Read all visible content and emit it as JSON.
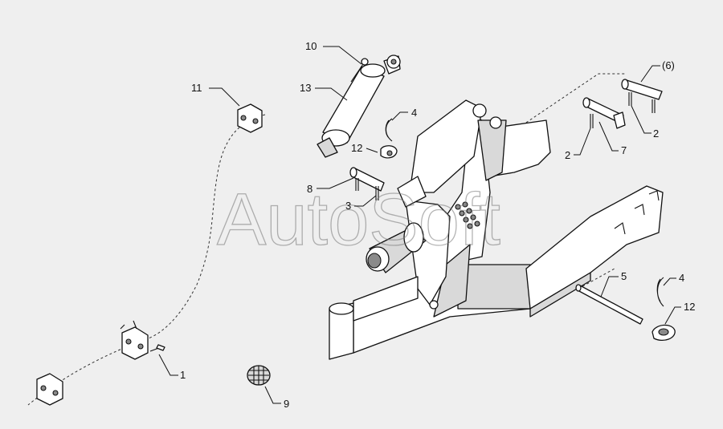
{
  "watermark": "AutoSoft",
  "callouts": {
    "c10": "10",
    "c13": "13",
    "c11": "11",
    "c4a": "4",
    "c12a": "12",
    "c8": "8",
    "c3": "3",
    "c6": "(6)",
    "c2a": "2",
    "c2b": "2",
    "c7": "7",
    "c5": "5",
    "c4b": "4",
    "c12b": "12",
    "c1": "1",
    "c9": "9"
  }
}
